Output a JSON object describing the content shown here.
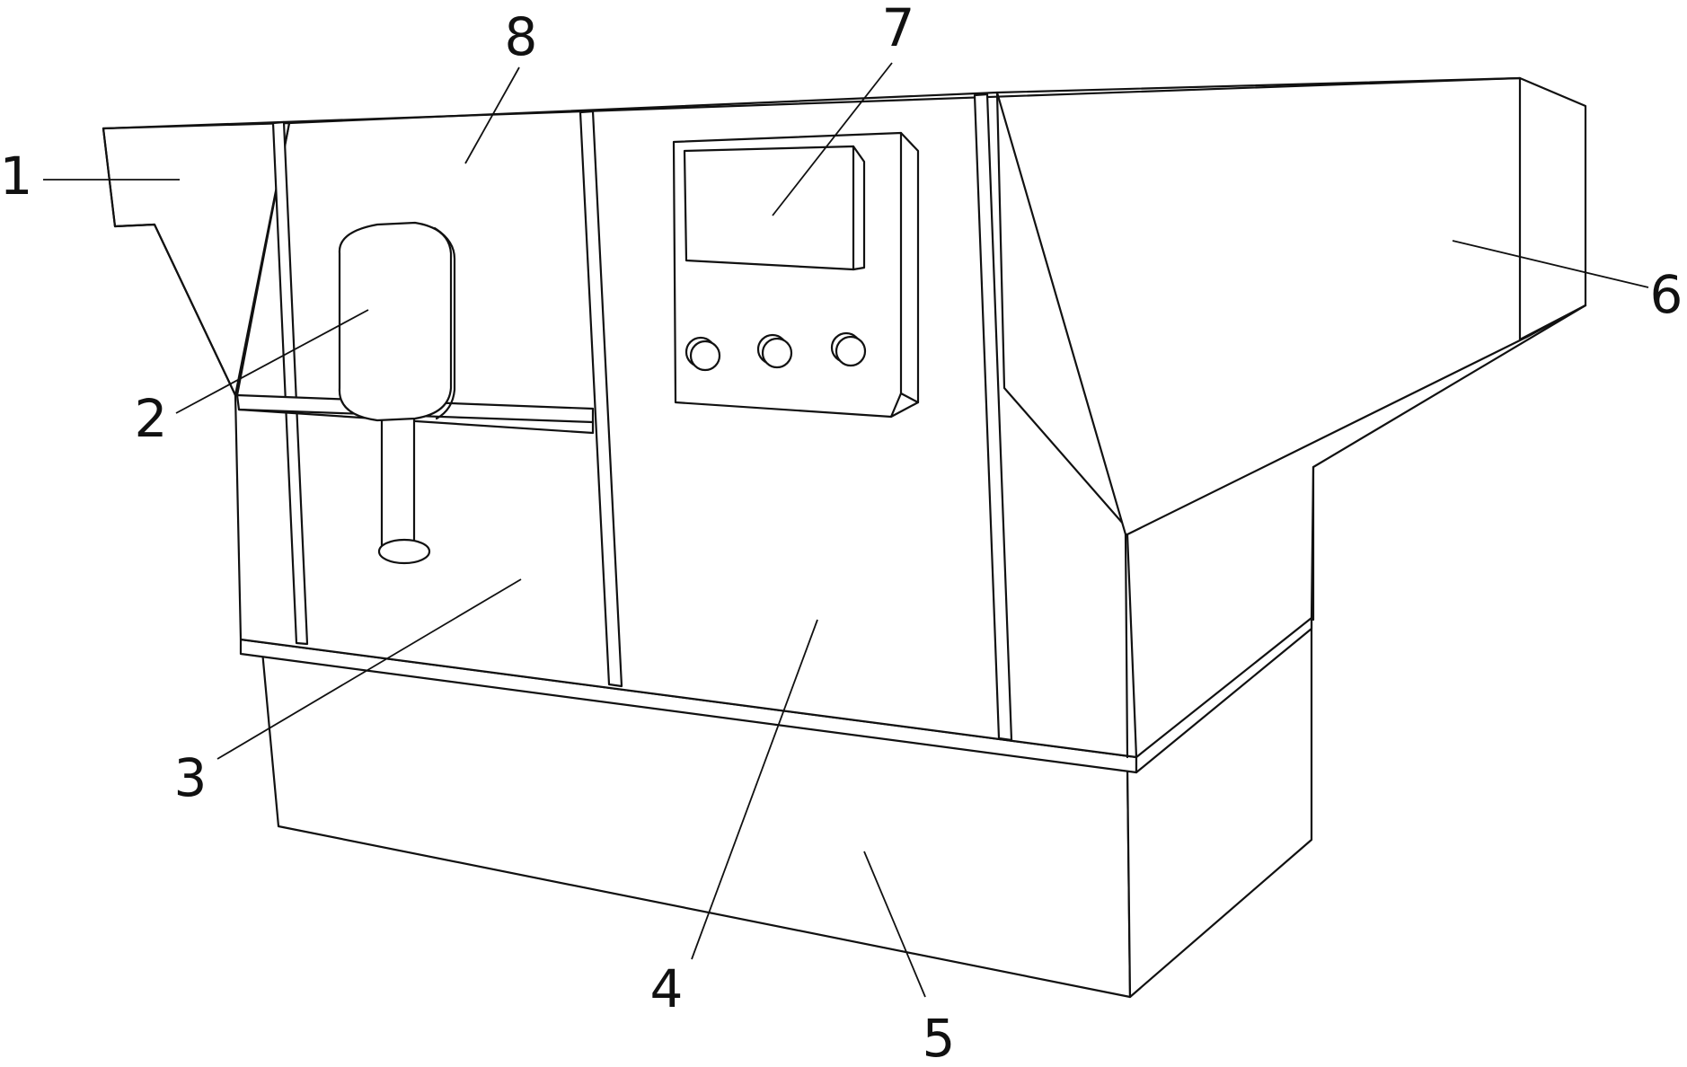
{
  "labels": {
    "l1": "1",
    "l2": "2",
    "l3": "3",
    "l4": "4",
    "l5": "5",
    "l6": "6",
    "l7": "7",
    "l8": "8"
  },
  "colors": {
    "stroke": "#111111",
    "background": "#ffffff"
  }
}
